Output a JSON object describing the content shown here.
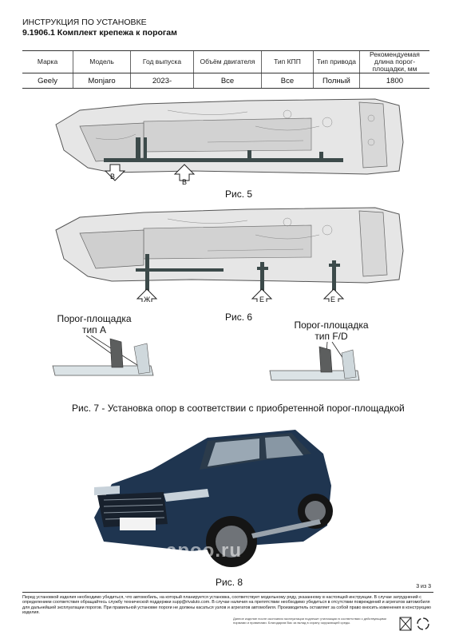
{
  "header": {
    "line1": "ИНСТРУКЦИЯ ПО УСТАНОВКЕ",
    "line2": "9.1906.1 Комплект крепежа к порогам"
  },
  "table": {
    "columns": [
      "Марка",
      "Модель",
      "Год выпуска",
      "Объём двигателя",
      "Тип КПП",
      "Тип привода",
      "Рекомендуемая длина порог-площадки, мм"
    ],
    "row": [
      "Geely",
      "Monjaro",
      "2023-",
      "Все",
      "Все",
      "Полный",
      "1800"
    ]
  },
  "fig5": {
    "caption": "Рис. 5",
    "labels": [
      "B",
      "B"
    ]
  },
  "fig6": {
    "caption": "Рис. 6",
    "labels": [
      "Ж",
      "E",
      "E"
    ]
  },
  "fig7": {
    "left_title_1": "Порог-площадка",
    "left_title_2": "тип A",
    "right_title_1": "Порог-площадка",
    "right_title_2": "тип F/D",
    "caption": "Рис. 7 - Установка опор в соответствии с приобретенной порог-площадкой"
  },
  "fig8": {
    "caption": "Рис. 8",
    "watermark": "apoo.ru"
  },
  "footer": {
    "page": "3 из 3",
    "text": "Перед установкой изделия необходимо убедиться, что автомобиль, на который планируется установка, соответствует модельному ряду, указанному в настоящей инструкции. В случае затруднений с определением соответствия обращайтесь службу технической поддержки supp@rivaluto.com. В случае наличия на препятствии необходимо убедиться в отсутствии повреждений и агрегатов автомобиля для дальнейшей эксплуатации порогов. При правильной установке пороги не должны касаться узлов и агрегатов автомобиля. Производитель оставляет за собой право вносить изменения в конструкцию изделия.",
    "note": "Данное изделие после окончания эксплуатации подлежит утилизации в соответствии с действующими нормами и правилами. Благодарим Вас за вклад в охрану окружающей среды."
  },
  "colors": {
    "car_blue": "#1f3550",
    "arrow_fill": "#ffffff",
    "bracket": "#3c4a4a"
  }
}
